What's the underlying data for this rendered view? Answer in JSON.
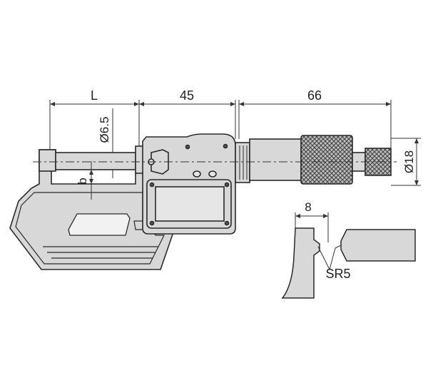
{
  "dimensions": {
    "length_label": "L",
    "frame_label": "45",
    "thimble_label": "66",
    "spindle_diameter": "Ø6.5",
    "depth_label": "b",
    "thimble_diameter": "Ø18"
  },
  "detail": {
    "width_label": "8",
    "radius_label": "SR5"
  },
  "colors": {
    "body_fill": "#d8d8d8",
    "outline": "#2a2a2a",
    "knurl": "#555555",
    "dim_line": "#333333"
  }
}
